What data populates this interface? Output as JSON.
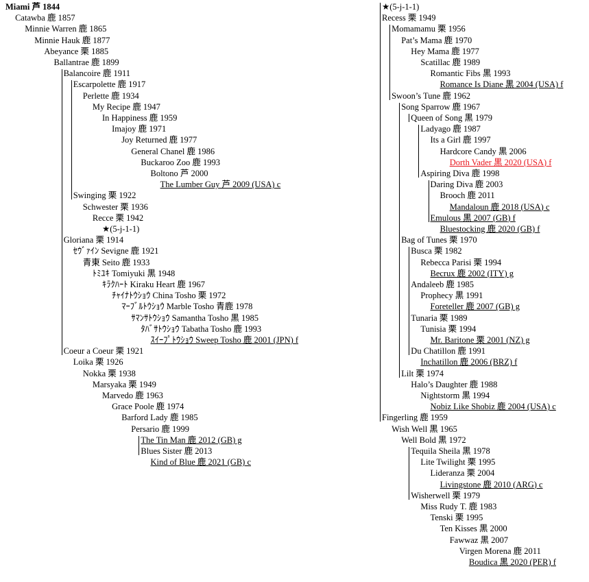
{
  "left_tree": [
    {
      "text": "Miami  芦 1844",
      "d": 0,
      "root": true
    },
    {
      "text": "Catawba  鹿 1857",
      "d": 1
    },
    {
      "text": "Minnie Warren  鹿 1865",
      "d": 2
    },
    {
      "text": "Minnie Hauk  鹿 1877",
      "d": 3
    },
    {
      "text": "Abeyance  栗 1885",
      "d": 4
    },
    {
      "text": "Ballantrae  鹿 1899",
      "d": 5
    },
    {
      "text": "Balancoire  鹿 1911",
      "d": 6
    },
    {
      "text": "Escarpolette  鹿 1917",
      "d": 7
    },
    {
      "text": "Perlette  鹿 1934",
      "d": 8
    },
    {
      "text": "My Recipe  鹿 1947",
      "d": 9
    },
    {
      "text": "In Happiness  鹿 1959",
      "d": 10
    },
    {
      "text": "Imajoy  鹿 1971",
      "d": 11
    },
    {
      "text": "Joy Returned  鹿 1977",
      "d": 12
    },
    {
      "text": "General Chanel  鹿 1986",
      "d": 13
    },
    {
      "text": "Buckaroo Zoo  鹿 1993",
      "d": 14
    },
    {
      "text": "Boltono  芦 2000",
      "d": 15
    },
    {
      "text": "The Lumber Guy  芦 2009 (USA) c",
      "d": 16,
      "u": true
    },
    {
      "text": "Swinging  栗 1922",
      "d": 7
    },
    {
      "text": "Schwester  栗 1936",
      "d": 8
    },
    {
      "text": "Recce  栗 1942",
      "d": 9
    },
    {
      "text": "★(5-j-1-1)",
      "d": 10
    },
    {
      "text": "Gloriana  栗 1914",
      "d": 6
    },
    {
      "text": "ｾｳﾞｧｲﾝ Sevigne  鹿 1921",
      "d": 7
    },
    {
      "text": "青東 Seito  鹿 1933",
      "d": 8
    },
    {
      "text": "ﾄﾐﾕｷ Tomiyuki  黒 1948",
      "d": 9
    },
    {
      "text": "ｷﾗｸﾊｰﾄ Kiraku Heart  鹿 1967",
      "d": 10
    },
    {
      "text": "ﾁｬｲﾅﾄｳｼｮｳ China Tosho  栗 1972",
      "d": 11
    },
    {
      "text": "ﾏｰﾌﾞﾙﾄｳｼｮｳ Marble Tosho  青鹿 1978",
      "d": 12
    },
    {
      "text": "ｻﾏﾝｻﾄｳｼｮｳ Samantha Tosho  黒 1985",
      "d": 13
    },
    {
      "text": "ﾀﾊﾞｻﾄｳｼｮｳ Tabatha Tosho  鹿 1993",
      "d": 14
    },
    {
      "text": "ｽｲｰﾌﾟﾄｳｼｮｳ Sweep Tosho  鹿 2001 (JPN) f",
      "d": 15,
      "u": true
    },
    {
      "text": "Coeur a Coeur  栗 1921",
      "d": 6
    },
    {
      "text": "Loika  栗 1926",
      "d": 7
    },
    {
      "text": "Nokka  栗 1938",
      "d": 8
    },
    {
      "text": "Marsyaka  栗 1949",
      "d": 9
    },
    {
      "text": "Marvedo  鹿 1963",
      "d": 10
    },
    {
      "text": "Grace Poole  鹿 1974",
      "d": 11
    },
    {
      "text": "Barford Lady  鹿 1985",
      "d": 12
    },
    {
      "text": "Persario  鹿 1999",
      "d": 13
    },
    {
      "text": "The Tin Man  鹿 2012 (GB) g",
      "d": 14,
      "u": true
    },
    {
      "text": "Blues Sister  鹿 2013",
      "d": 14
    },
    {
      "text": "Kind of Blue  鹿 2021 (GB) c",
      "d": 15,
      "u": true
    }
  ],
  "right_tree": [
    {
      "text": "★(5-j-1-1)",
      "d": 0
    },
    {
      "text": "Recess  栗 1949",
      "d": 0
    },
    {
      "text": "Momamamu  栗 1956",
      "d": 1
    },
    {
      "text": "Pat’s Mama  鹿 1970",
      "d": 2
    },
    {
      "text": "Hey Mama  鹿 1977",
      "d": 3
    },
    {
      "text": "Scatillac  鹿 1989",
      "d": 4
    },
    {
      "text": "Romantic Fibs  黒 1993",
      "d": 5
    },
    {
      "text": "Romance Is Diane  黒 2004 (USA) f",
      "d": 6,
      "u": true
    },
    {
      "text": "Swoon’s Tune  鹿 1962",
      "d": 1
    },
    {
      "text": "Song Sparrow  鹿 1967",
      "d": 2
    },
    {
      "text": "Queen of Song  黒 1979",
      "d": 3
    },
    {
      "text": "Ladyago  鹿 1987",
      "d": 4
    },
    {
      "text": "Its a Girl  鹿 1997",
      "d": 5
    },
    {
      "text": "Hardcore Candy  黒 2006",
      "d": 6
    },
    {
      "text": "Dorth Vader  黒 2020 (USA) f",
      "d": 7,
      "u": true,
      "red": true
    },
    {
      "text": "Aspiring Diva  鹿 1998",
      "d": 4
    },
    {
      "text": "Daring Diva  鹿 2003",
      "d": 5
    },
    {
      "text": "Brooch  鹿 2011",
      "d": 6
    },
    {
      "text": "Mandaloun  鹿 2018 (USA) c",
      "d": 7,
      "u": true
    },
    {
      "text": "Emulous  黒 2007 (GB) f",
      "d": 5,
      "u": true
    },
    {
      "text": "Bluestocking  鹿 2020 (GB) f",
      "d": 6,
      "u": true
    },
    {
      "text": "Bag of Tunes  栗 1970",
      "d": 2
    },
    {
      "text": "Busca  栗 1982",
      "d": 3
    },
    {
      "text": "Rebecca Parisi  栗 1994",
      "d": 4
    },
    {
      "text": "Becrux  鹿 2002 (ITY) g",
      "d": 5,
      "u": true
    },
    {
      "text": "Andaleeb  鹿 1985",
      "d": 3
    },
    {
      "text": "Prophecy  黒 1991",
      "d": 4
    },
    {
      "text": "Foreteller  鹿 2007 (GB) g",
      "d": 5,
      "u": true
    },
    {
      "text": "Tunaria  栗 1989",
      "d": 3
    },
    {
      "text": "Tunisia  栗 1994",
      "d": 4
    },
    {
      "text": "Mr. Baritone  栗 2001 (NZ) g",
      "d": 5,
      "u": true
    },
    {
      "text": "Du Chatillon  鹿 1991",
      "d": 3
    },
    {
      "text": "Inchatillon  鹿 2006 (BRZ) f",
      "d": 4,
      "u": true
    },
    {
      "text": "Lilt  栗 1974",
      "d": 2
    },
    {
      "text": "Halo’s Daughter  鹿 1988",
      "d": 3
    },
    {
      "text": "Nightstorm  黒 1994",
      "d": 4
    },
    {
      "text": "Nobiz Like Shobiz  鹿 2004 (USA) c",
      "d": 5,
      "u": true
    },
    {
      "text": "Fingerling  鹿 1959",
      "d": 0
    },
    {
      "text": "Wish Well  黒 1965",
      "d": 1
    },
    {
      "text": "Well Bold  黒 1972",
      "d": 2
    },
    {
      "text": "Tequila Sheila  黒 1978",
      "d": 3
    },
    {
      "text": "Lite Twilight  栗 1995",
      "d": 4
    },
    {
      "text": "Lideranza  栗 2004",
      "d": 5
    },
    {
      "text": "Livingstone  鹿 2010 (ARG) c",
      "d": 6,
      "u": true
    },
    {
      "text": "Wisherwell  栗 1979",
      "d": 3
    },
    {
      "text": "Miss Rudy T.  鹿 1983",
      "d": 4
    },
    {
      "text": "Tenski  栗 1995",
      "d": 5
    },
    {
      "text": "Ten Kisses  黒 2000",
      "d": 6
    },
    {
      "text": "Fawwaz  黒 2007",
      "d": 7
    },
    {
      "text": "Virgen Morena  鹿 2011",
      "d": 8
    },
    {
      "text": "Boudica  黒 2020 (PER) f",
      "d": 9,
      "u": true
    }
  ]
}
